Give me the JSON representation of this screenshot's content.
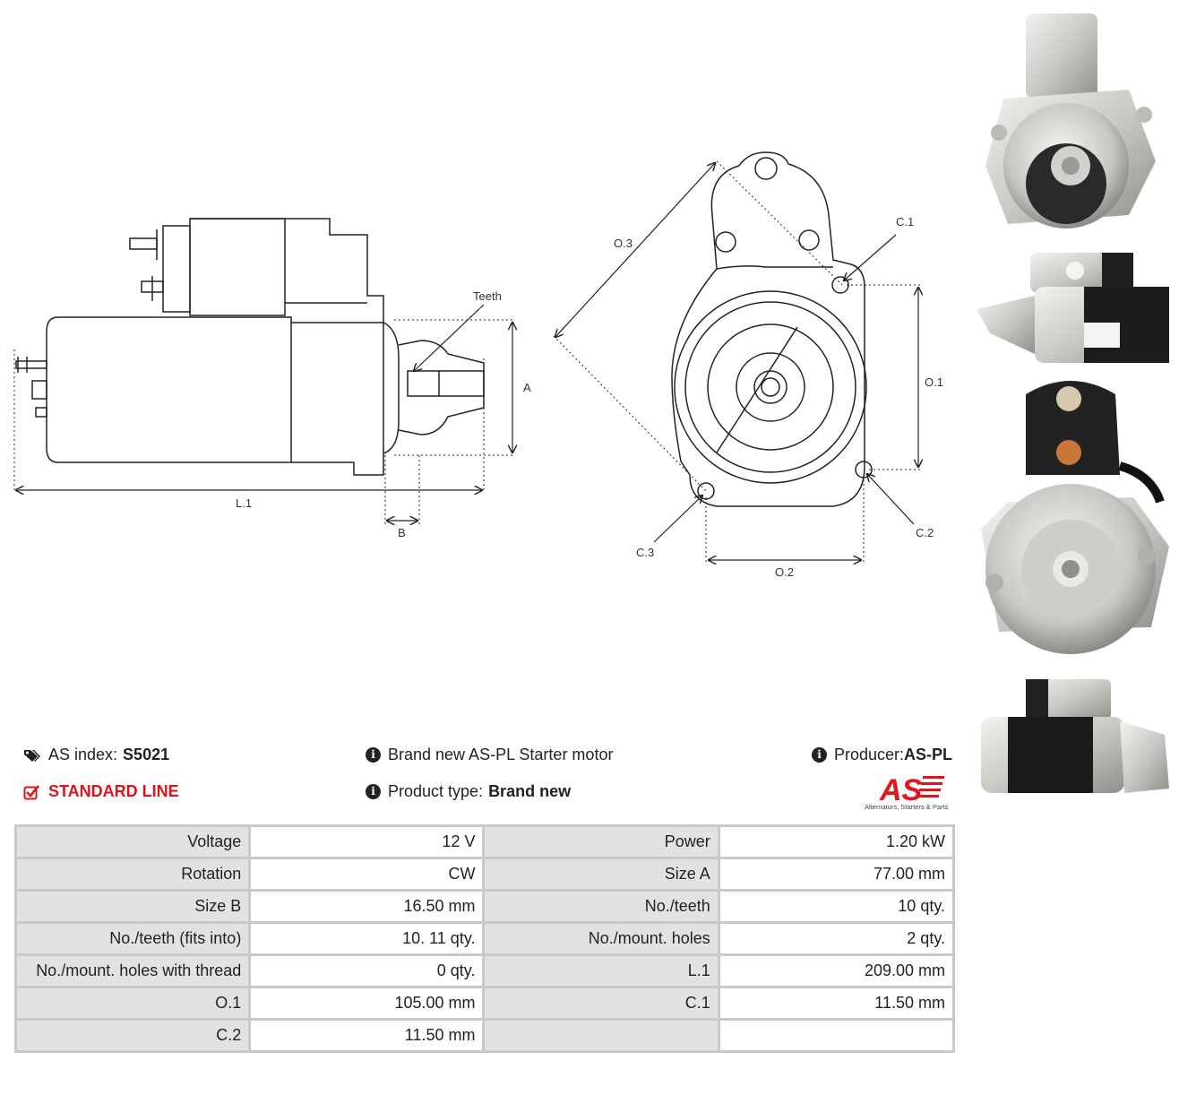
{
  "drawing": {
    "labels": {
      "teeth": "Teeth",
      "a": "A",
      "l1": "L.1",
      "b": "B",
      "o3": "O.3",
      "c1": "C.1",
      "o1": "O.1",
      "c2": "C.2",
      "c3": "C.3",
      "o2": "O.2"
    }
  },
  "info": {
    "as_index_label": "AS index:",
    "as_index_value": "S5021",
    "standard_line": "STANDARD LINE",
    "brand_text": "Brand new AS-PL Starter motor",
    "product_type_label": "Product type:",
    "product_type_value": "Brand new",
    "producer_label": "Producer:",
    "producer_value": "AS-PL"
  },
  "logo": {
    "text": "AS",
    "tagline": "Alternators, Starters & Parts",
    "color": "#e3151b"
  },
  "specs": [
    {
      "l1": "Voltage",
      "v1": "12 V",
      "l2": "Power",
      "v2": "1.20 kW"
    },
    {
      "l1": "Rotation",
      "v1": "CW",
      "l2": "Size A",
      "v2": "77.00 mm"
    },
    {
      "l1": "Size B",
      "v1": "16.50 mm",
      "l2": "No./teeth",
      "v2": "10 qty."
    },
    {
      "l1": "No./teeth (fits into)",
      "v1": "10. 11 qty.",
      "l2": "No./mount. holes",
      "v2": "2 qty."
    },
    {
      "l1": "No./mount. holes with thread",
      "v1": "0 qty.",
      "l2": "L.1",
      "v2": "209.00 mm"
    },
    {
      "l1": "O.1",
      "v1": "105.00 mm",
      "l2": "C.1",
      "v2": "11.50 mm"
    },
    {
      "l1": "C.2",
      "v1": "11.50 mm",
      "l2": "",
      "v2": ""
    }
  ]
}
